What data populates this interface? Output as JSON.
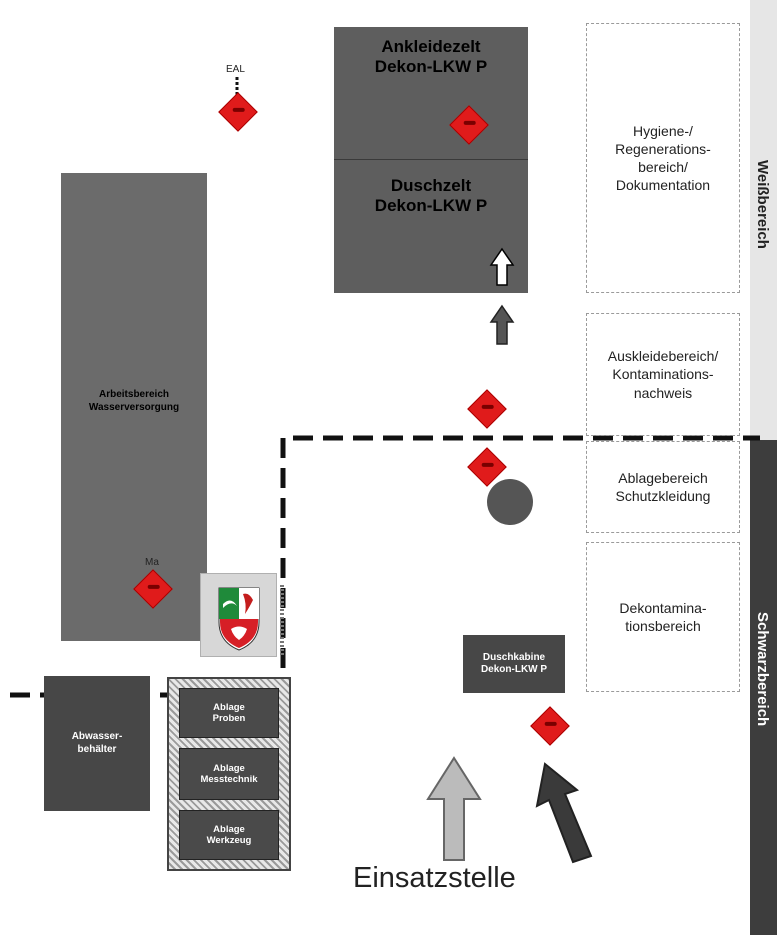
{
  "zones": {
    "white_label": "Weißbereich",
    "black_label": "Schwarzbereich"
  },
  "tents": {
    "dress": [
      "Ankleidezelt",
      "Dekon-LKW P"
    ],
    "shower": [
      "Duschzelt",
      "Dekon-LKW P"
    ]
  },
  "areas": {
    "hygiene": [
      "Hygiene-/",
      "Regenerations-",
      "bereich/",
      "Dokumentation"
    ],
    "undress": [
      "Auskleidebereich/",
      "Kontaminations-",
      "nachweis"
    ],
    "storage_clothing": [
      "Ablagebereich",
      "Schutzkleidung"
    ],
    "decon": [
      "Dekontamina-",
      "tionsbereich"
    ],
    "shower_cabin": [
      "Duschkabine",
      "Dekon-LKW P"
    ],
    "work_area": [
      "Arbeitsbereich",
      "Wasserversorgung"
    ],
    "waste_water": [
      "Abwasser-",
      "behälter"
    ]
  },
  "storage": [
    [
      "Ablage",
      "Proben"
    ],
    [
      "Ablage",
      "Messtechnik"
    ],
    [
      "Ablage",
      "Werkzeug"
    ]
  ],
  "labels": {
    "eal": "EAL",
    "ma": "Ma",
    "entry": "Einsatzstelle"
  },
  "colors": {
    "hazard": "#e01b1b",
    "tent": "#5e5e5e",
    "dark_box": "#474747"
  }
}
